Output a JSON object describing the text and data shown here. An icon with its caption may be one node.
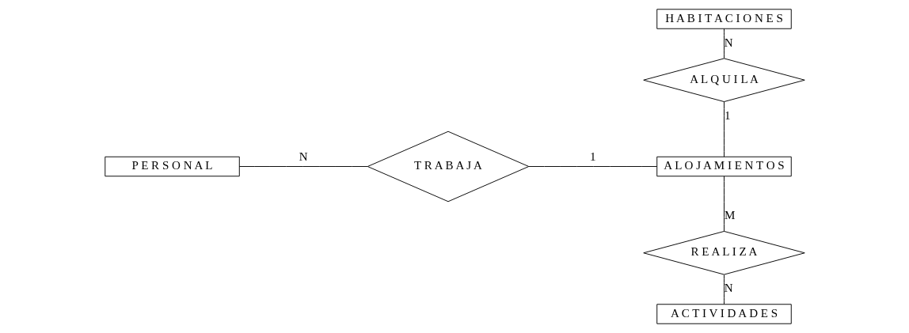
{
  "diagram": {
    "nodes": [
      {
        "text": [
          "P E R S O N A L"
        ]
      },
      {
        "text": [
          "T R A B A J A"
        ]
      },
      {
        "text": [
          "A L O J A M I E N T O S"
        ]
      },
      {
        "text": [
          "H A B I T A C I O N E S"
        ]
      },
      {
        "text": [
          "A L Q U I L A"
        ]
      },
      {
        "text": [
          "R E A L I Z A"
        ]
      },
      {
        "text": [
          "A C T I V I D A D E S"
        ]
      }
    ],
    "edges": [
      {
        "from": 0,
        "to": 1,
        "arrow": "none",
        "label": "N"
      },
      {
        "from": 1,
        "to": 2,
        "arrow": "none",
        "label": "1"
      },
      {
        "from": 3,
        "to": 4,
        "arrow": "none",
        "label": "N"
      },
      {
        "from": 4,
        "to": 2,
        "arrow": "none",
        "label": "1"
      },
      {
        "from": 2,
        "to": 5,
        "arrow": "none",
        "label": "M"
      },
      {
        "from": 5,
        "to": 6,
        "arrow": "none",
        "label": "N"
      }
    ]
  }
}
